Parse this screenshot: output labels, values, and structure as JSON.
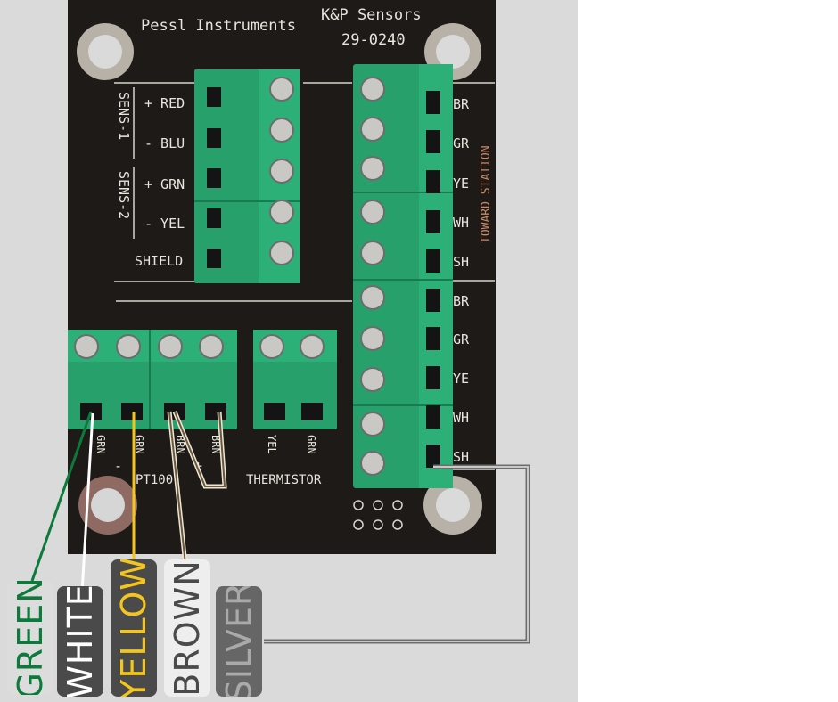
{
  "board": {
    "maker": "Pessl Instruments",
    "brand": "K&P Sensors",
    "part": "29-0240",
    "sens1": "SENS-1",
    "sens2": "SENS-2",
    "left_terms": [
      "+ RED",
      "- BLU",
      "+ GRN",
      "- YEL",
      "SHIELD"
    ],
    "right_terms": [
      "BR",
      "GR",
      "YE",
      "WH",
      "SH",
      "BR",
      "GR",
      "YE",
      "WH",
      "SH"
    ],
    "toward": "TOWARD STATION",
    "bottom_terms": [
      "GRN",
      "GRN",
      "BRN",
      "BRN",
      "YEL",
      "GRN"
    ],
    "minus": "-",
    "plus": "+",
    "pt100": "PT100",
    "thermistor": "THERMISTOR"
  },
  "wires": [
    {
      "label": "GREEN",
      "text_color": "#0b7a3a",
      "bg": "#dcdcdc",
      "wire_color": "#0b7a3a"
    },
    {
      "label": "WHITE",
      "text_color": "#ffffff",
      "bg": "#4a4a4a",
      "wire_color": "#ffffff"
    },
    {
      "label": "YELLOW",
      "text_color": "#f4c51c",
      "bg": "#4a4a4a",
      "wire_color": "#f4c51c"
    },
    {
      "label": "BROWN",
      "text_color": "#4a4a4a",
      "bg": "#eeeeee",
      "wire_color": "#6b5a3a"
    },
    {
      "label": "SILVER",
      "text_color": "#a9a9a9",
      "bg": "#666666",
      "wire_color": "#a9a9a9"
    }
  ],
  "colors": {
    "pcb": "#1d1a17",
    "terminal_green": "#27a06c",
    "terminal_dark": "#1c7a52",
    "background": "#dadada"
  }
}
